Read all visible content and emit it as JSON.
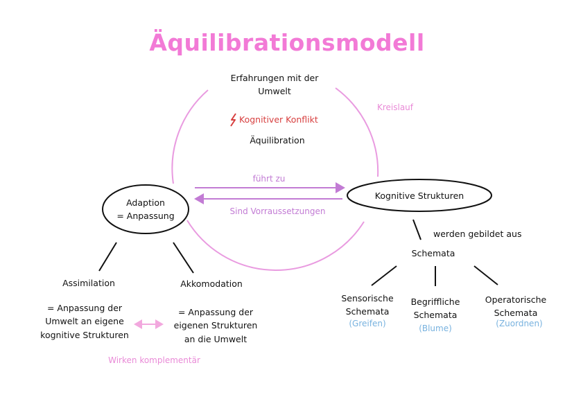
{
  "title": "Äquilibrationsmodell",
  "cycle": {
    "experience": "Erfahrungen mit der\nUmwelt",
    "conflict": "Kognitiver Konflikt",
    "equilibration": "Äquilibration",
    "cycle_label": "Kreislauf"
  },
  "adaption": "Adaption\n= Anpassung",
  "structures": "Kognitive Strukturen",
  "arrow_top": "führt zu",
  "arrow_bottom": "Sind Vorraussetzungen",
  "formed_from": "werden gebildet aus",
  "schemata": "Schemata",
  "schema_types": [
    {
      "name": "Sensorische\nSchemata",
      "example": "(Greifen)"
    },
    {
      "name": "Begriffliche\nSchemata",
      "example": "(Blume)"
    },
    {
      "name": "Operatorische\nSchemata",
      "example": "(Zuordnen)"
    }
  ],
  "assimilation": {
    "name": "Assimilation",
    "desc": "= Anpassung der\nUmwelt an eigene\nkognitive Strukturen"
  },
  "akkomodation": {
    "name": "Akkomodation",
    "desc": "= Anpassung der\neigenen Strukturen\nan die Umwelt"
  },
  "complementary": "Wirken komplementär",
  "colors": {
    "title": "#f27ad6",
    "circle": "#e99be0",
    "arrow": "#c27bd4",
    "conflict": "#d73f3f",
    "example": "#78b2df"
  }
}
